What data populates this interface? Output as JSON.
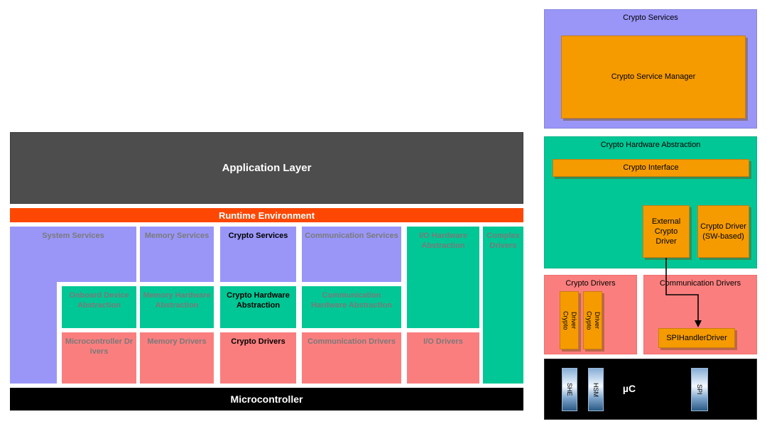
{
  "colors": {
    "purple": "#9a96f8",
    "green": "#00c795",
    "pink": "#fb7e7e",
    "orange": "#f59b00",
    "rte": "#fd4703",
    "darkgray": "#4d4d4d"
  },
  "left_diagram": {
    "application_layer": "Application Layer",
    "runtime_environment": "Runtime Environment",
    "microcontroller": "Microcontroller",
    "service_layer": [
      "System Services",
      "Memory Services",
      "Crypto Services",
      "Communication Services",
      "I/O Hardware Abstraction",
      "Complex Drivers"
    ],
    "hardware_abstraction_layer": [
      "Onboard Device Abstraction",
      "Memory Hardware Abstraction",
      "Crypto Hardware Abstraction",
      "Communication Hardware Abstraction"
    ],
    "driver_layer": [
      "Microcontroller Drivers",
      "Memory Drivers",
      "Crypto Drivers",
      "Communication Drivers",
      "I/O Drivers"
    ]
  },
  "right_diagram": {
    "crypto_services": {
      "title": "Crypto Services",
      "manager": "Crypto Service Manager"
    },
    "crypto_hardware_abstraction": {
      "title": "Crypto Hardware Abstraction",
      "interface": "Crypto Interface",
      "external_crypto_driver": "External Crypto Driver",
      "sw_crypto_driver": "Crypto Driver (SW-based)"
    },
    "crypto_drivers": {
      "title": "Crypto Drivers",
      "driver1": "Crypto Driver",
      "driver2": "Crypto Driver"
    },
    "communication_drivers": {
      "title": "Communication Drivers",
      "spi_handler": "SPIHandlerDriver"
    },
    "microcontroller": {
      "label": "µC",
      "she": "SHE",
      "hsm": "HSM",
      "spi": "SPI"
    }
  }
}
